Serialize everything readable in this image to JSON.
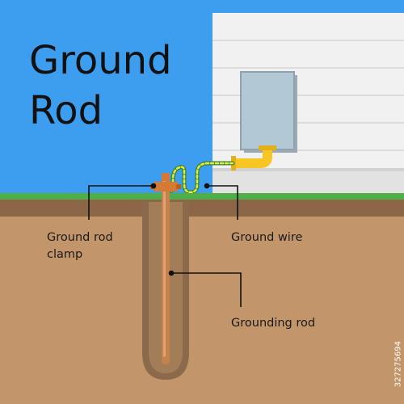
{
  "title": {
    "line1": "Ground",
    "line2": "Rod"
  },
  "labels": {
    "clamp_line1": "Ground rod",
    "clamp_line2": "clamp",
    "wire": "Ground wire",
    "rod": "Grounding rod"
  },
  "stock_id": "327275694",
  "colors": {
    "sky": "#3d9ef0",
    "wall": "#f1f1f1",
    "grass": "#4fae48",
    "soil_top": "#8c6647",
    "soil": "#c2966a",
    "rod": "#c7824c",
    "clamp": "#d57a32",
    "conduit": "#f7c623",
    "wire": "#4caf50",
    "wire_stripe": "#f2e43a",
    "meter_box": "#b2c8d4"
  }
}
